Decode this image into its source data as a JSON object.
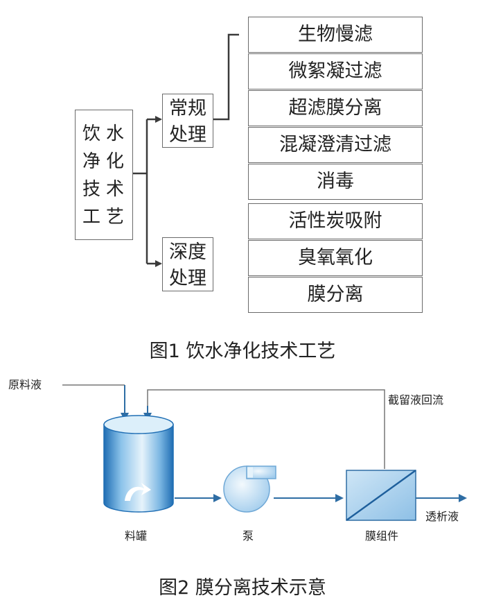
{
  "figure1": {
    "root": {
      "chars_col1": "饮净技工",
      "chars_col2": "水化术艺"
    },
    "categories": [
      {
        "line1": "常规",
        "line2": "处理"
      },
      {
        "line1": "深度",
        "line2": "处理"
      }
    ],
    "conventional_items": [
      "生物慢滤",
      "微絮凝过滤",
      "超滤膜分离",
      "混凝澄清过滤",
      "消毒"
    ],
    "advanced_items": [
      "活性炭吸附",
      "臭氧氧化",
      "膜分离"
    ],
    "caption": "图1  饮水净化技术工艺"
  },
  "figure2": {
    "labels": {
      "feed": "原料液",
      "retentate": "截留液回流",
      "tank": "料罐",
      "pump": "泵",
      "membrane": "膜组件",
      "permeate": "透析液"
    },
    "caption": "图2  膜分离技术示意"
  },
  "colors": {
    "line": "#3a3a3a",
    "flow_arrow": "#2e6da4",
    "tank_dark": "#1f6eb4",
    "tank_light": "#c7e3f5",
    "membrane_diag": "#1e5f9c"
  }
}
